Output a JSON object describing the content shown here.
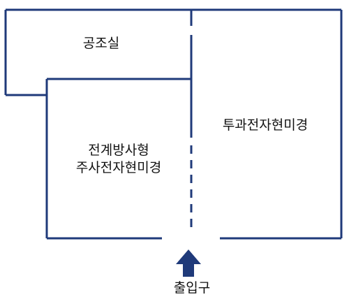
{
  "diagram": {
    "rooms": {
      "air_conditioning": {
        "label": "공조실"
      },
      "tem": {
        "label": "투과전자현미경"
      },
      "sem": {
        "line1": "전계방사형",
        "line2": "주사전자현미경"
      }
    },
    "entrance": {
      "label": "출입구"
    },
    "colors": {
      "wall": "#1f3a7a",
      "arrow": "#1f3a7a",
      "text": "#111111"
    }
  }
}
